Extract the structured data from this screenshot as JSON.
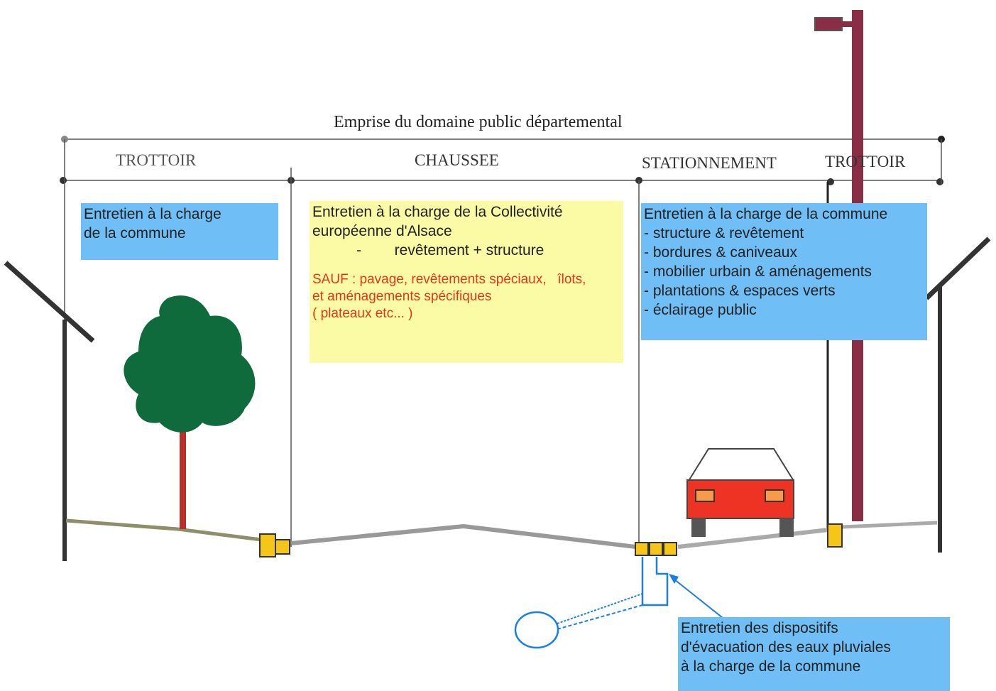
{
  "title": "Emprise du domaine public départemental",
  "zones": {
    "trottoir_left": "TROTTOIR",
    "chaussee": "CHAUSSEE",
    "stationnement": "STATIONNEMENT",
    "trottoir_right": "TROTTOIR"
  },
  "boxes": {
    "commune_trottoir": {
      "line1": "Entretien à la charge",
      "line2": " de la commune"
    },
    "collectivite": {
      "line1": "Entretien à la charge de la Collectivité",
      "line2": "européenne d'Alsace",
      "line3": "-        revêtement + structure",
      "exception_line1": "SAUF : pavage, revêtements spéciaux,   îlots,",
      "exception_line2": "et aménagements spécifiques",
      "exception_line3": "( plateaux etc... )"
    },
    "commune_stationnement": {
      "line1": "Entretien à la charge de la commune",
      "item1": "- structure & revêtement",
      "item2": "- bordures & caniveaux",
      "item3": "- mobilier urbain & aménagements",
      "item4": "- plantations & espaces verts",
      "item5": "- éclairage public"
    },
    "eaux_pluviales": {
      "line1": "Entretien des dispositifs",
      "line2": "d'évacuation des eaux pluviales",
      "line3": "à la charge de la commune"
    }
  },
  "colors": {
    "blue_box": "#6fbff6",
    "yellow_box": "#fbfba6",
    "exception_text": "#e8341c",
    "tree_foliage": "#0f6a3c",
    "tree_trunk": "#b8302a",
    "lamp_post": "#8a2e46",
    "car_body": "#ee3325",
    "curb": "#f5c518",
    "drain": "#1a7fe0"
  }
}
